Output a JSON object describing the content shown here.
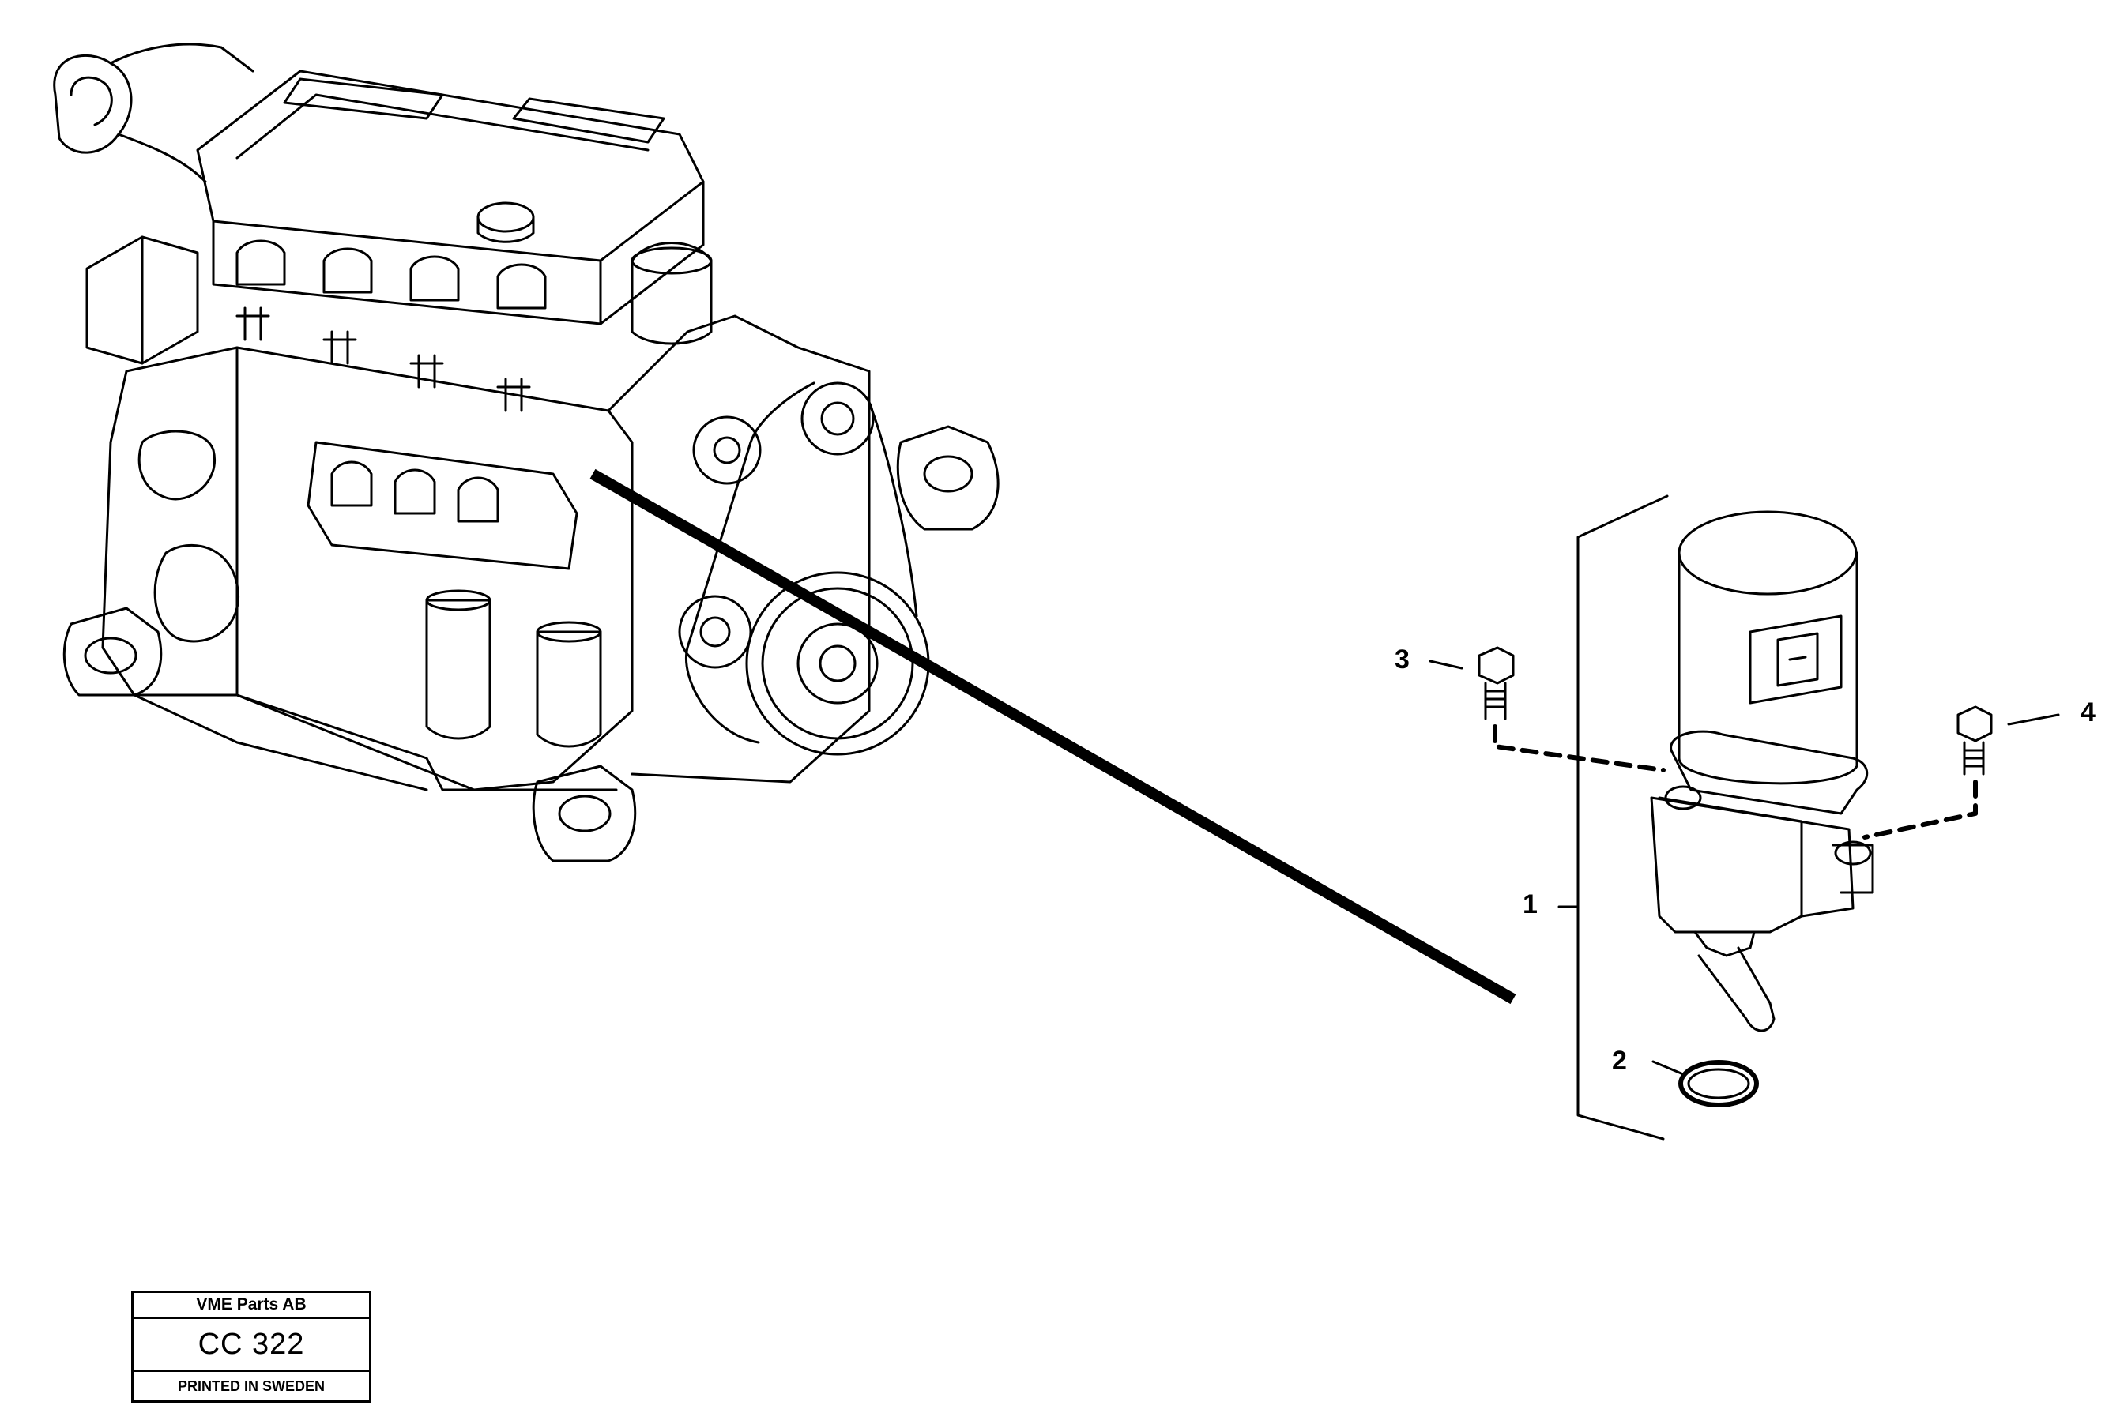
{
  "callouts": {
    "c1": "1",
    "c2": "2",
    "c3": "3",
    "c4": "4"
  },
  "stamp": {
    "company": "VME Parts AB",
    "code": "CC 322",
    "printed": "PRINTED IN SWEDEN"
  },
  "colors": {
    "ink": "#000000",
    "paper": "#ffffff"
  }
}
